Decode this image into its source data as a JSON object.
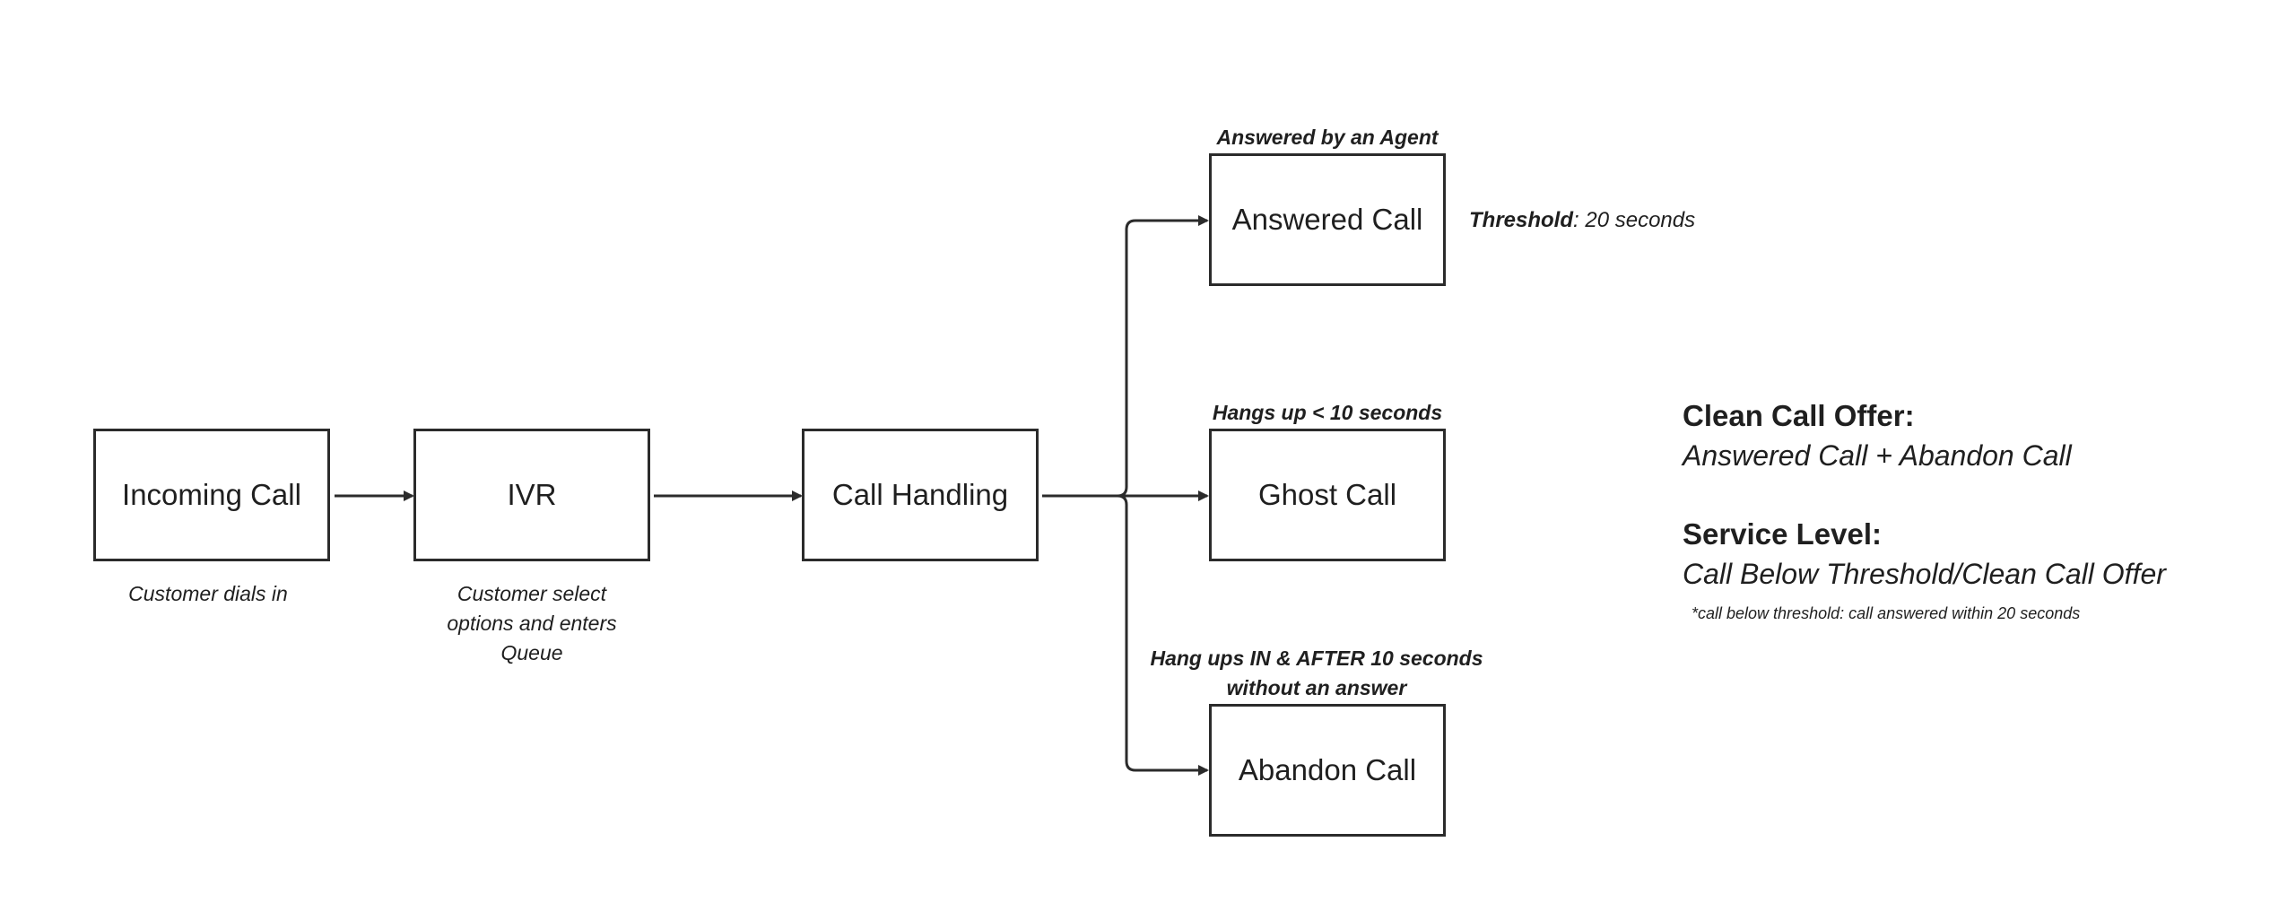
{
  "boxes": {
    "incoming": "Incoming Call",
    "ivr": "IVR",
    "handling": "Call Handling",
    "answered": "Answered Call",
    "ghost": "Ghost Call",
    "abandon": "Abandon Call"
  },
  "captions": {
    "incoming": "Customer dials in",
    "ivr_line1": "Customer select",
    "ivr_line2": "options and enters",
    "ivr_line3": "Queue"
  },
  "branch_labels": {
    "answered": "Answered by an Agent",
    "ghost": "Hangs up < 10 seconds",
    "abandon_line1": "Hang ups IN & AFTER 10 seconds",
    "abandon_line2": "without an answer"
  },
  "threshold": {
    "label": "Threshold",
    "value": ": 20 seconds"
  },
  "definitions": {
    "clean_call_offer_title": "Clean Call Offer:",
    "clean_call_offer_formula": "Answered Call + Abandon Call",
    "service_level_title": "Service Level:",
    "service_level_formula": "Call Below Threshold/Clean Call Offer",
    "footnote": "*call below threshold: call answered within 20 seconds"
  },
  "colors": {
    "stroke": "#2b2b2b",
    "text": "#1f1f1f",
    "background": "#ffffff"
  }
}
